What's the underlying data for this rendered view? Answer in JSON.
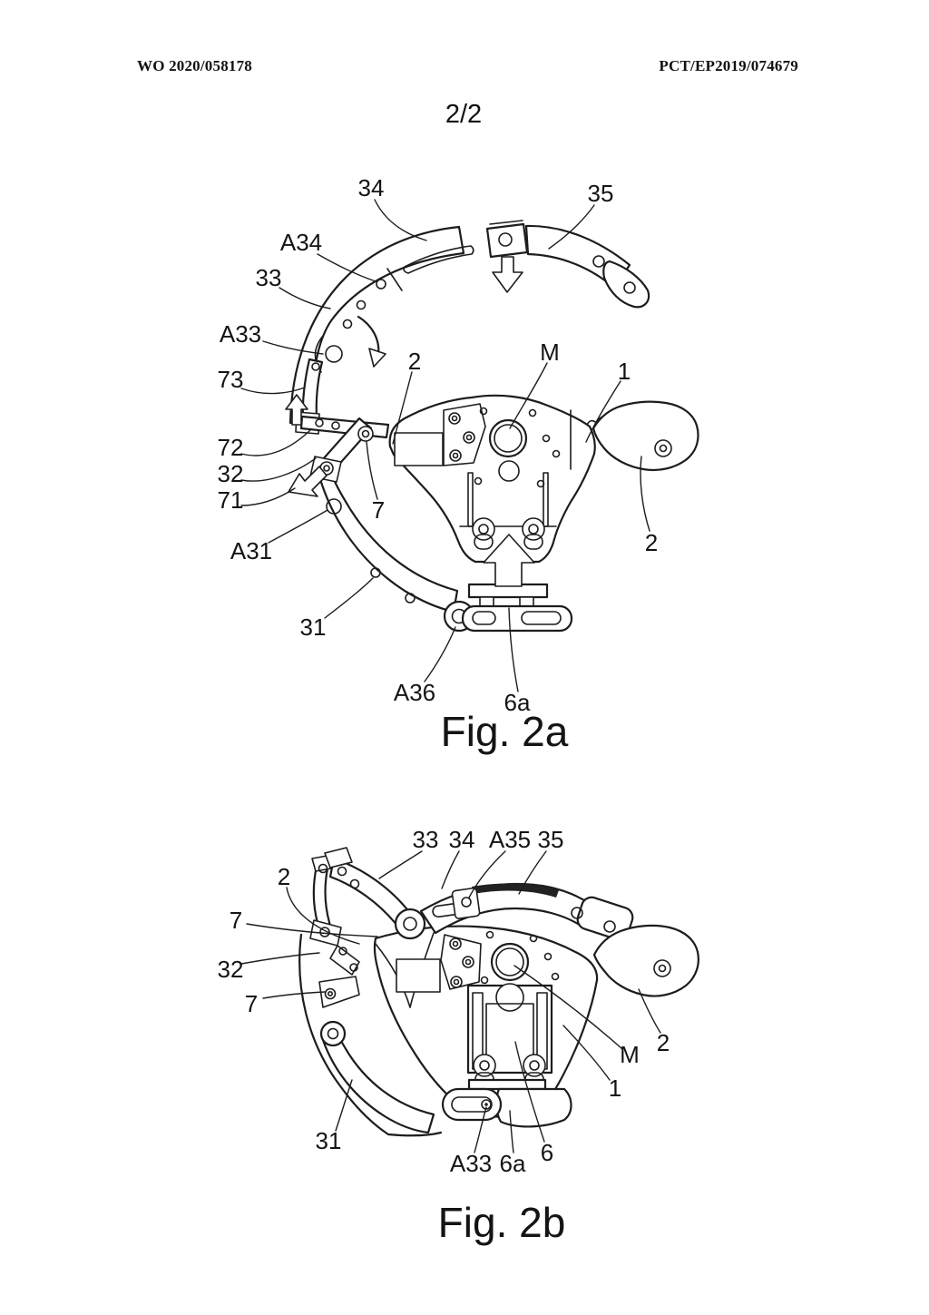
{
  "page": {
    "header_left": "WO 2020/058178",
    "header_right": "PCT/EP2019/074679",
    "page_number": "2/2",
    "ink_color": "#1d1d1d",
    "paper_color": "#ffffff"
  },
  "fig2a": {
    "caption": "Fig. 2a",
    "labels": {
      "n34": "34",
      "n35": "35",
      "a34": "A34",
      "n33": "33",
      "a33": "A33",
      "n73": "73",
      "n72": "72",
      "n32": "32",
      "n71": "71",
      "a31": "A31",
      "n31": "31",
      "a36": "A36",
      "n6a": "6a",
      "n2_top": "2",
      "n7": "7",
      "m": "M",
      "n1": "1",
      "n2_right": "2"
    }
  },
  "fig2b": {
    "caption": "Fig. 2b",
    "labels": {
      "n33": "33",
      "n34": "34",
      "a35": "A35",
      "n35": "35",
      "n2_left": "2",
      "n7_upper": "7",
      "n32": "32",
      "n7_lower": "7",
      "n31": "31",
      "a33": "A33",
      "n6a": "6a",
      "n6": "6",
      "m": "M",
      "n1": "1",
      "n2_right": "2"
    }
  }
}
